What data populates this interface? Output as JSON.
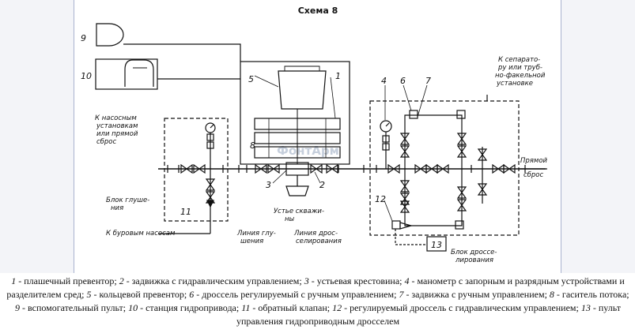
{
  "title": "Схема 8",
  "watermark": "ФонтАрм",
  "numbers": [
    "1",
    "2",
    "3",
    "4",
    "5",
    "6",
    "7",
    "8",
    "9",
    "10",
    "11",
    "12",
    "13"
  ],
  "labels": {
    "pump_line_a": "К насосным",
    "pump_line_b": "установкам",
    "pump_line_c": "или прямой",
    "pump_line_d": "сброс",
    "kill_block_a": "Блок глуше-",
    "kill_block_b": "ния",
    "drill_pumps": "К буровым насосам",
    "kill_line_a": "Линия глу-",
    "kill_line_b": "шения",
    "wellhead_a": "Устье скважи-",
    "wellhead_b": "ны",
    "choke_line_a": "Линия дрос-",
    "choke_line_b": "селирования",
    "separator_a": "К сепарато-",
    "separator_b": "ру или труб-",
    "separator_c": "но-факельной",
    "separator_d": "установке",
    "direct_a": "Прямой",
    "direct_b": "сброс",
    "choke_block_a": "Блок дроссе-",
    "choke_block_b": "лирования"
  },
  "caption": [
    {
      "n": "1",
      "t": " - плашечный превентор; "
    },
    {
      "n": "2",
      "t": " - задвижка с гидравлическим управлением; "
    },
    {
      "n": "3",
      "t": " - устьевая крестовина; "
    },
    {
      "n": "4",
      "t": " - манометр с запорным и разрядным устройствами и разделителем сред; "
    },
    {
      "n": "5",
      "t": " - кольцевой превентор; "
    },
    {
      "n": "6",
      "t": " - дроссель регулируемый с ручным управлением; "
    },
    {
      "n": "7",
      "t": " - задвижка с ручным управлением; "
    },
    {
      "n": "8",
      "t": " - гаситель потока; "
    },
    {
      "n": "9",
      "t": " - вспомогательный пульт; "
    },
    {
      "n": "10",
      "t": " - станция гидропривода; "
    },
    {
      "n": "11",
      "t": " - обратный клапан; "
    },
    {
      "n": "12",
      "t": " - регулируемый дроссель с гидравлическим управлением; "
    },
    {
      "n": "13",
      "t": " - пульт управления гидроприводным дросселем"
    }
  ]
}
